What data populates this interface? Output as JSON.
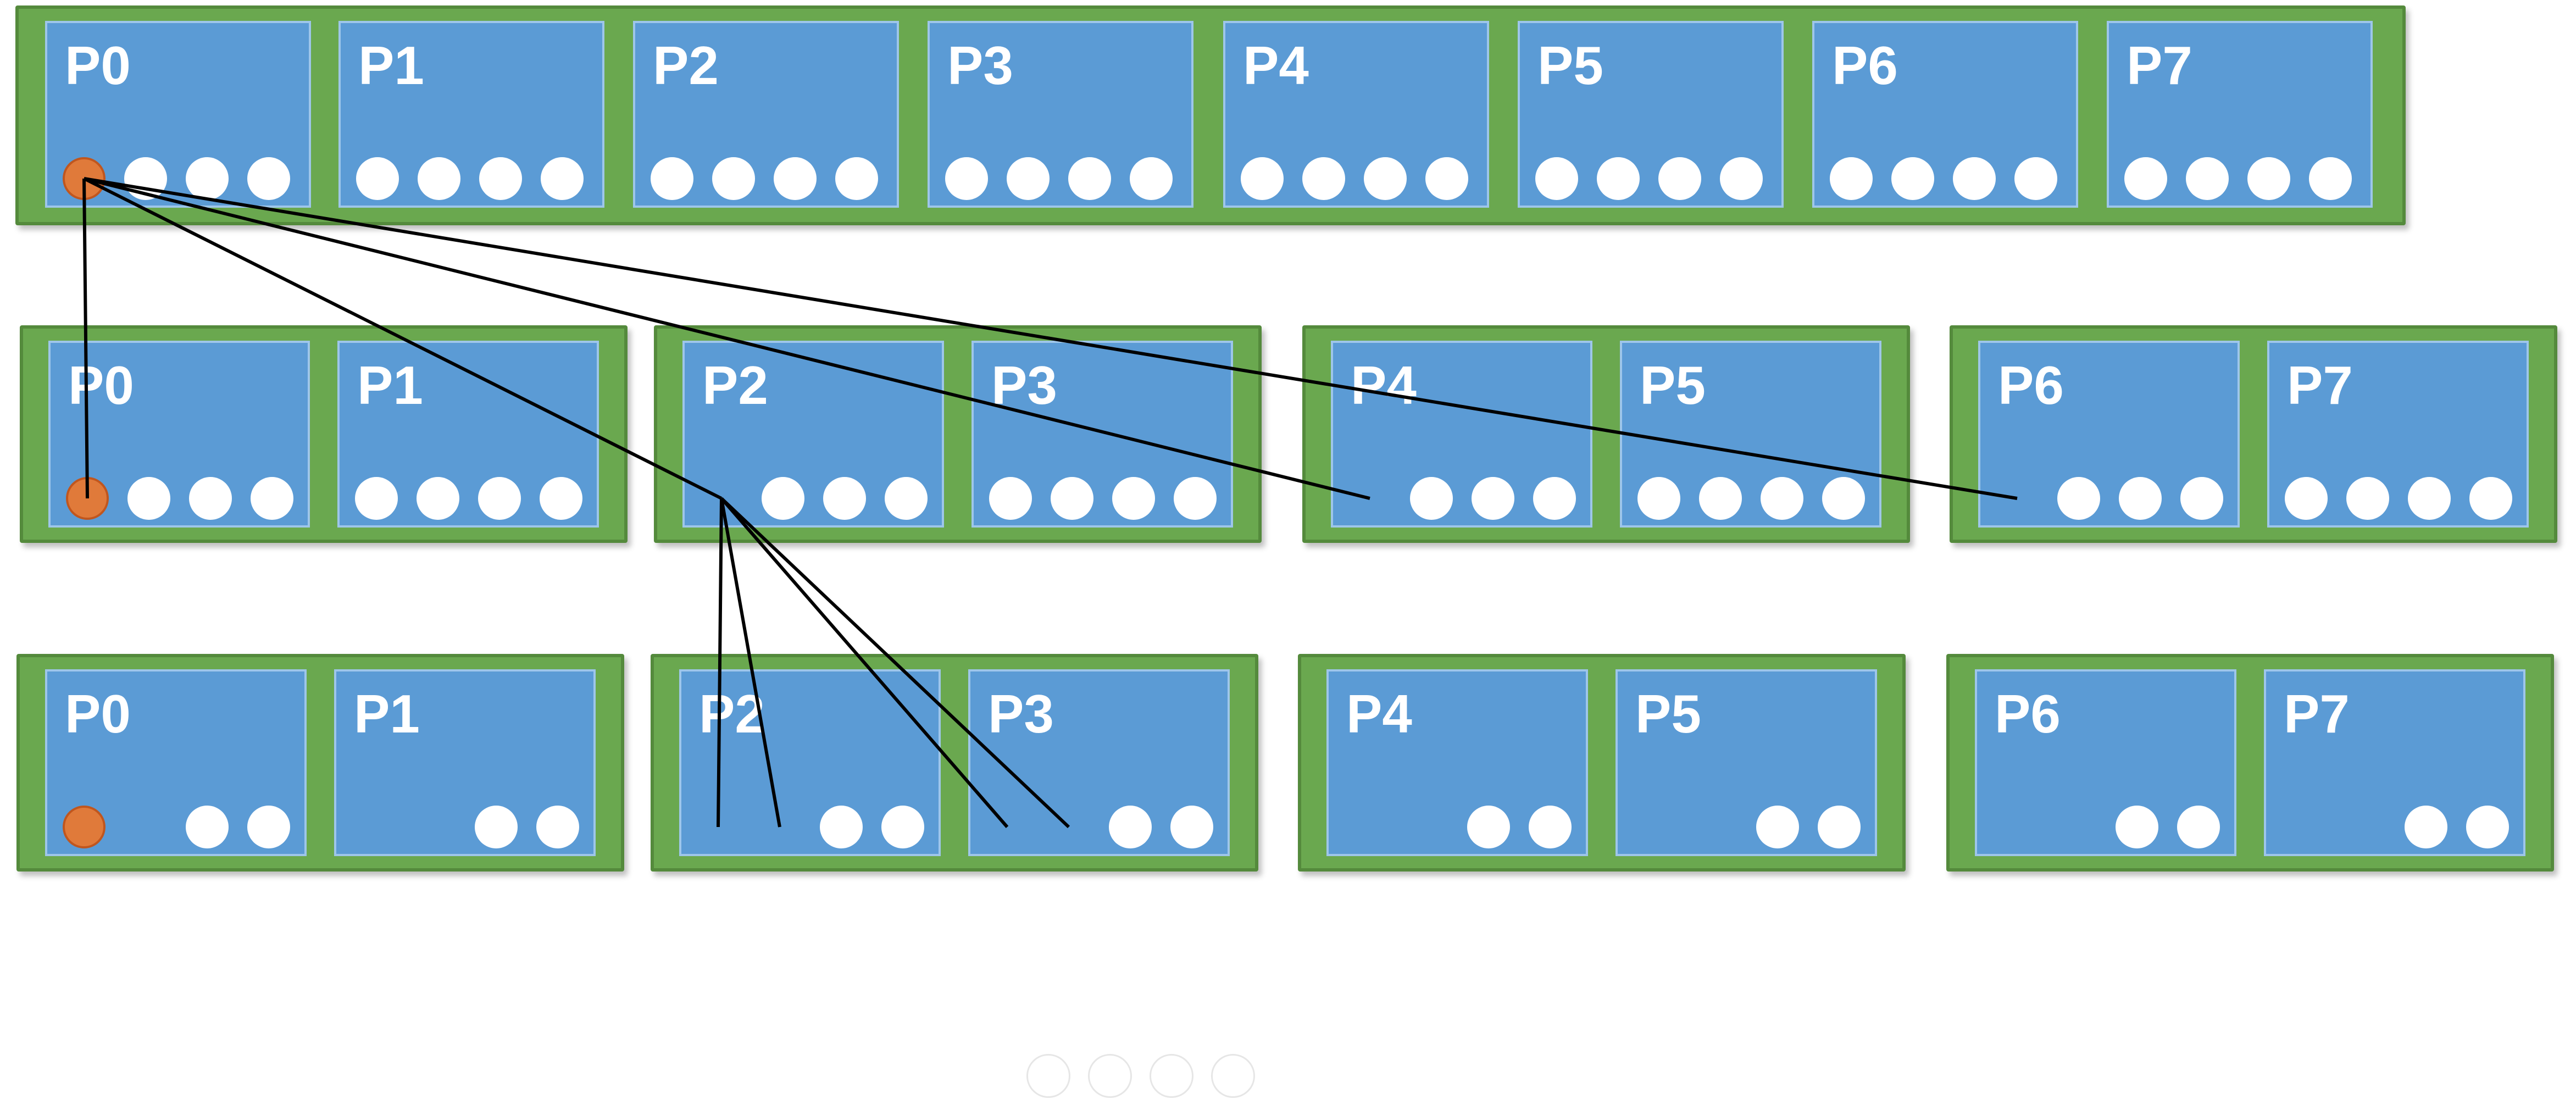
{
  "colors": {
    "group_fill": "#6aa84f",
    "process_fill": "#5b9bd5",
    "slot_empty": "#ffffff",
    "slot_root": "#e07a3a",
    "slot_received": "#f2b000",
    "link": "#000000"
  },
  "levels": [
    {
      "groups": [
        {
          "processes": [
            {
              "label": "P0",
              "slots": [
                "root",
                "empty",
                "empty",
                "empty"
              ]
            },
            {
              "label": "P1",
              "slots": [
                "empty",
                "empty",
                "empty",
                "empty"
              ]
            },
            {
              "label": "P2",
              "slots": [
                "empty",
                "empty",
                "empty",
                "empty"
              ]
            },
            {
              "label": "P3",
              "slots": [
                "empty",
                "empty",
                "empty",
                "empty"
              ]
            },
            {
              "label": "P4",
              "slots": [
                "empty",
                "empty",
                "empty",
                "empty"
              ]
            },
            {
              "label": "P5",
              "slots": [
                "empty",
                "empty",
                "empty",
                "empty"
              ]
            },
            {
              "label": "P6",
              "slots": [
                "empty",
                "empty",
                "empty",
                "empty"
              ]
            },
            {
              "label": "P7",
              "slots": [
                "empty",
                "empty",
                "empty",
                "empty"
              ]
            }
          ]
        }
      ]
    },
    {
      "groups": [
        {
          "processes": [
            {
              "label": "P0",
              "slots": [
                "root",
                "empty",
                "empty",
                "empty"
              ]
            },
            {
              "label": "P1",
              "slots": [
                "empty",
                "empty",
                "empty",
                "empty"
              ]
            }
          ]
        },
        {
          "processes": [
            {
              "label": "P2",
              "slots": [
                "received",
                "empty",
                "empty",
                "empty"
              ]
            },
            {
              "label": "P3",
              "slots": [
                "empty",
                "empty",
                "empty",
                "empty"
              ]
            }
          ]
        },
        {
          "processes": [
            {
              "label": "P4",
              "slots": [
                "received",
                "empty",
                "empty",
                "empty"
              ]
            },
            {
              "label": "P5",
              "slots": [
                "empty",
                "empty",
                "empty",
                "empty"
              ]
            }
          ]
        },
        {
          "processes": [
            {
              "label": "P6",
              "slots": [
                "received",
                "empty",
                "empty",
                "empty"
              ]
            },
            {
              "label": "P7",
              "slots": [
                "empty",
                "empty",
                "empty",
                "empty"
              ]
            }
          ]
        }
      ]
    },
    {
      "groups": [
        {
          "processes": [
            {
              "label": "P0",
              "slots": [
                "root",
                "received",
                "empty",
                "empty"
              ]
            },
            {
              "label": "P1",
              "slots": [
                "received",
                "received",
                "empty",
                "empty"
              ]
            }
          ]
        },
        {
          "processes": [
            {
              "label": "P2",
              "slots": [
                "received",
                "received",
                "empty",
                "empty"
              ]
            },
            {
              "label": "P3",
              "slots": [
                "received",
                "received",
                "empty",
                "empty"
              ]
            }
          ]
        },
        {
          "processes": [
            {
              "label": "P4",
              "slots": [
                "received",
                "received",
                "empty",
                "empty"
              ]
            },
            {
              "label": "P5",
              "slots": [
                "received",
                "received",
                "empty",
                "empty"
              ]
            }
          ]
        },
        {
          "processes": [
            {
              "label": "P6",
              "slots": [
                "received",
                "received",
                "empty",
                "empty"
              ]
            },
            {
              "label": "P7",
              "slots": [
                "received",
                "received",
                "empty",
                "empty"
              ]
            }
          ]
        }
      ]
    }
  ],
  "links": [
    {
      "from": "L0 P0 slot 1",
      "to": "L1 P0 slot 1"
    },
    {
      "from": "L0 P0 slot 1",
      "to": "L1 P2 slot 1"
    },
    {
      "from": "L0 P0 slot 1",
      "to": "L1 P4 slot 1"
    },
    {
      "from": "L0 P0 slot 1",
      "to": "L1 P6 slot 1"
    },
    {
      "from": "L1 P2 slot 1",
      "to": "L2 P2 slot 1"
    },
    {
      "from": "L1 P2 slot 1",
      "to": "L2 P2 slot 2"
    },
    {
      "from": "L1 P2 slot 1",
      "to": "L2 P3 slot 1"
    },
    {
      "from": "L1 P2 slot 1",
      "to": "L2 P3 slot 2"
    }
  ],
  "pager": {
    "page_count": 4
  }
}
